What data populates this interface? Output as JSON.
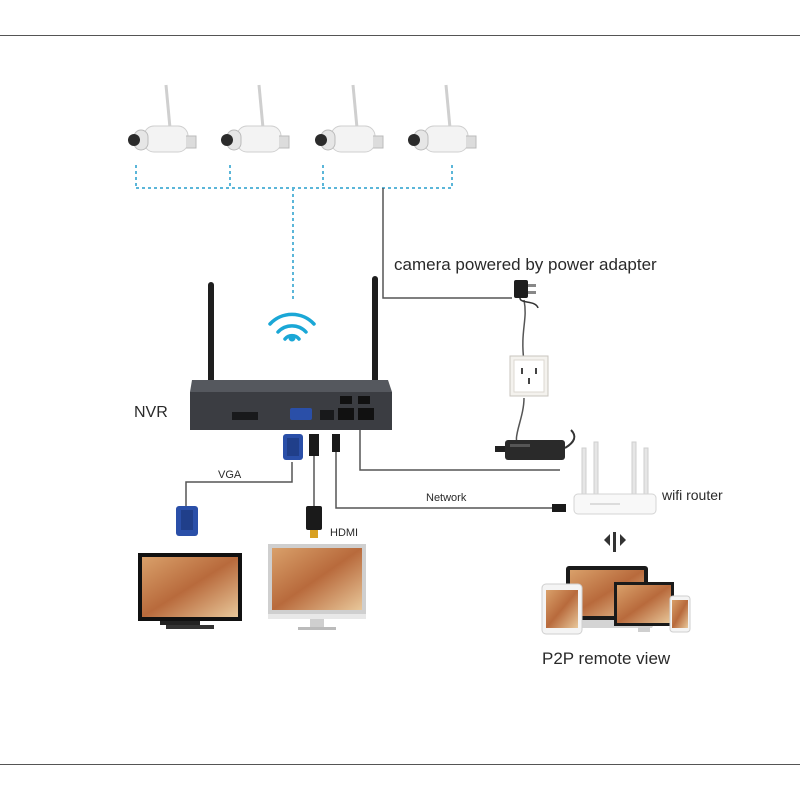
{
  "labels": {
    "power_adapter": "camera powered by power adapter",
    "nvr": "NVR",
    "vga": "VGA",
    "hdmi": "HDMI",
    "network": "Network",
    "wifi_router": "wifi router",
    "p2p": "P2P remote view"
  },
  "icons": {
    "wifi": "wifi-signal-icon",
    "camera": "bullet-camera-icon"
  },
  "colors": {
    "wireless_link": "#5bb6d9",
    "wifi_symbol": "#1aa7d6",
    "nvr_body": "#3b3d42",
    "cable": "#555555",
    "vga_connector": "#2a4fa8"
  }
}
